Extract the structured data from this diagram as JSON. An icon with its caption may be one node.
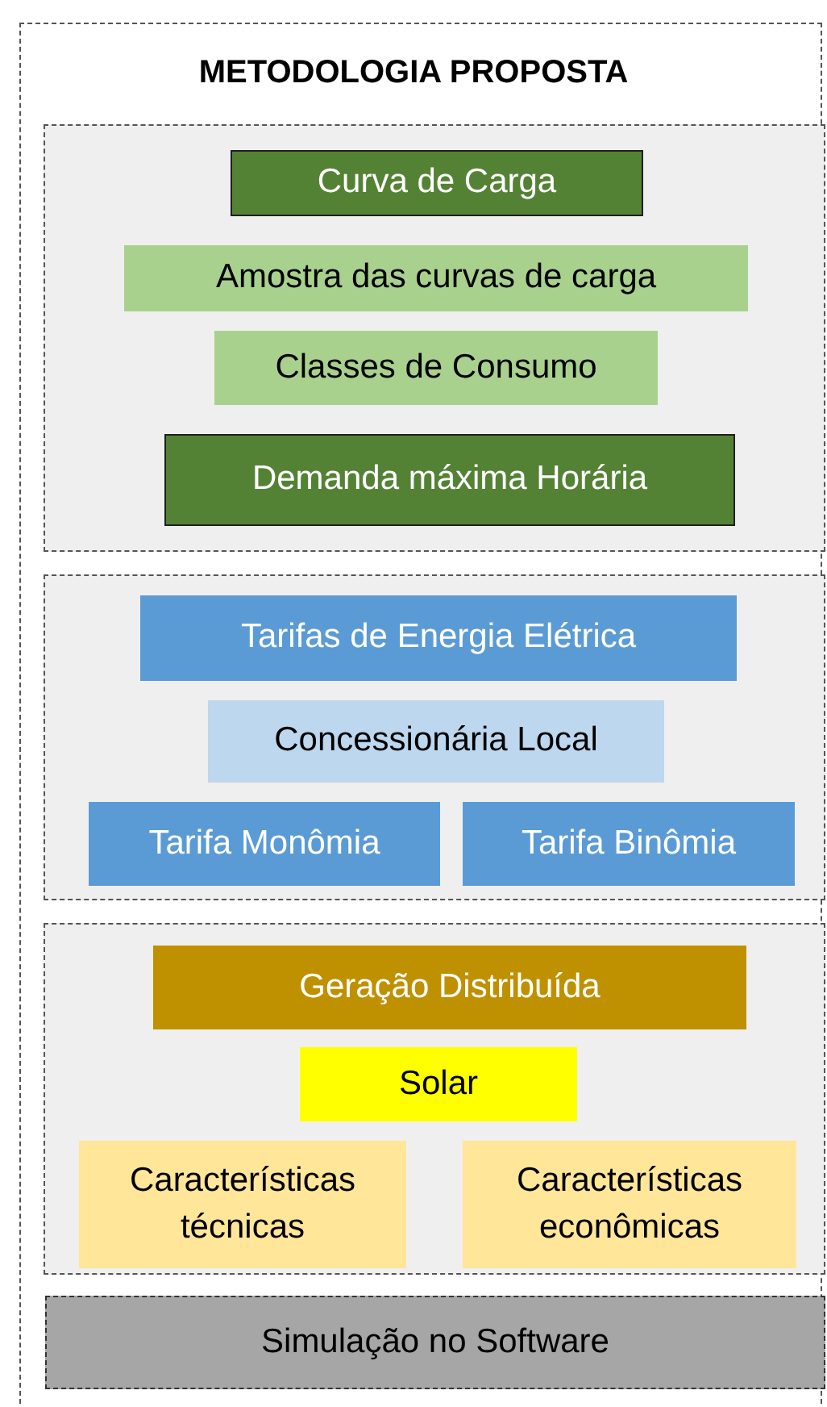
{
  "diagram": {
    "title": "METODOLOGIA PROPOSTA",
    "nodes": [
      {
        "text": [],
        "shape": "box"
      },
      {
        "text": [
          "Curva de Carga"
        ],
        "in": 0
      },
      {
        "text": [
          "Amostra das curvas de carga"
        ],
        "in": 0
      },
      {
        "text": [
          "Classes de Consumo"
        ],
        "in": 0
      },
      {
        "text": [
          "Demanda máxima Horária"
        ],
        "in": 0
      },
      {
        "text": [],
        "shape": "box"
      },
      {
        "text": [
          "Tarifas de Energia Elétrica"
        ],
        "in": 5
      },
      {
        "text": [
          "Concessionária Local"
        ],
        "in": 5
      },
      {
        "text": [
          "Tarifa Monômia"
        ],
        "in": 5
      },
      {
        "text": [
          "Tarifa Binômia"
        ],
        "in": 5
      },
      {
        "text": [],
        "shape": "box"
      },
      {
        "text": [
          "Geração Distribuída"
        ],
        "in": 10
      },
      {
        "text": [
          "Solar"
        ],
        "in": 10
      },
      {
        "text": [
          "Características técnicas"
        ],
        "in": 10
      },
      {
        "text": [
          "Características econômicas"
        ],
        "in": 10
      },
      {
        "text": [
          "Simulação no Software"
        ]
      }
    ],
    "edges": []
  }
}
